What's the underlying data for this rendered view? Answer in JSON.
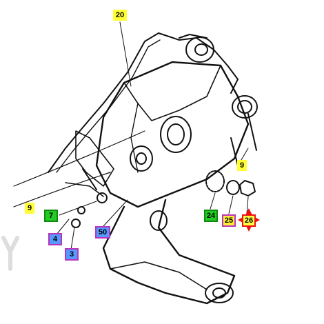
{
  "diagram": {
    "labels": {
      "part_20": "20",
      "part_9_right": "9",
      "part_9_left": "9",
      "part_24": "24",
      "part_25": "25",
      "part_26": "26",
      "part_7": "7",
      "part_4": "4",
      "part_3": "3",
      "part_50": "50"
    },
    "colors": {
      "yellow": "#ffff33",
      "green": "#22cc22",
      "purple_border": "#bb33bb",
      "blue": "#5599ff",
      "red": "#ee1111"
    }
  }
}
